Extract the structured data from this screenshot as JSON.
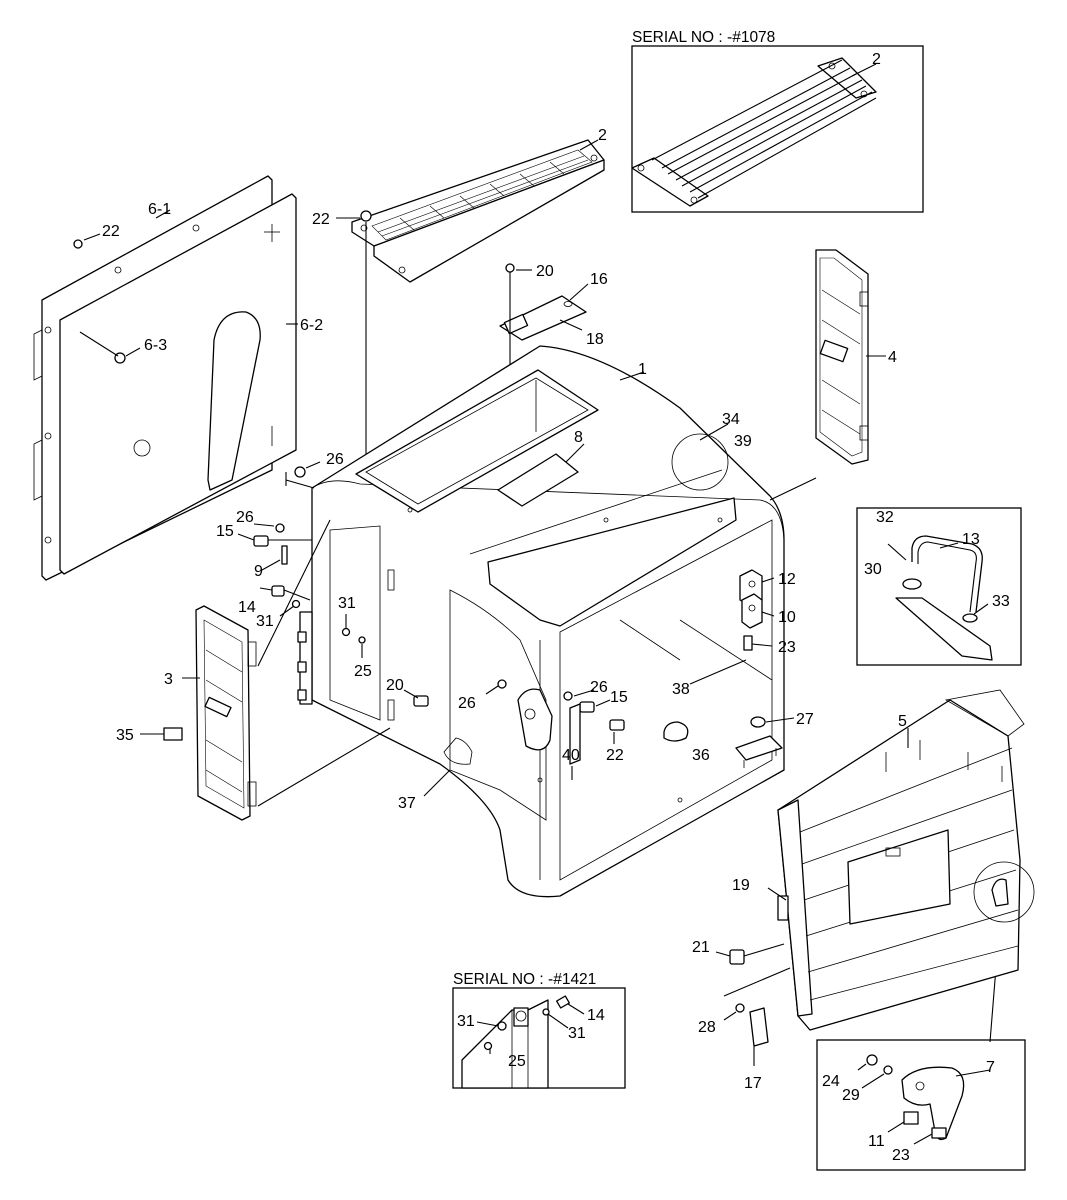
{
  "inset_boxes": {
    "serial_top": "SERIAL NO : -#1078",
    "serial_bottom": "SERIAL NO : -#1421"
  },
  "callouts": {
    "c1": "1",
    "c2_top": "2",
    "c2_inset": "2",
    "c3": "3",
    "c4": "4",
    "c5": "5",
    "c6_1": "6-1",
    "c6_2": "6-2",
    "c6_3": "6-3",
    "c7": "7",
    "c8": "8",
    "c9": "9",
    "c10": "10",
    "c11": "11",
    "c12": "12",
    "c13": "13",
    "c14_left": "14",
    "c14_inset": "14",
    "c15_left": "15",
    "c15_mid": "15",
    "c16": "16",
    "c17": "17",
    "c18": "18",
    "c19": "19",
    "c20_top": "20",
    "c20_left": "20",
    "c21": "21",
    "c22_left": "22",
    "c22_top": "22",
    "c22_mid": "22",
    "c23_right": "23",
    "c23_inset": "23",
    "c24": "24",
    "c25_left": "25",
    "c25_inset": "25",
    "c26_top": "26",
    "c26_left": "26",
    "c26_mid_a": "26",
    "c26_mid_b": "26",
    "c27": "27",
    "c28": "28",
    "c29": "29",
    "c30": "30",
    "c31_a": "31",
    "c31_b": "31",
    "c31_inset_a": "31",
    "c31_inset_b": "31",
    "c32": "32",
    "c33": "33",
    "c34": "34",
    "c35": "35",
    "c36": "36",
    "c37": "37",
    "c38": "38",
    "c39": "39",
    "c40": "40"
  }
}
